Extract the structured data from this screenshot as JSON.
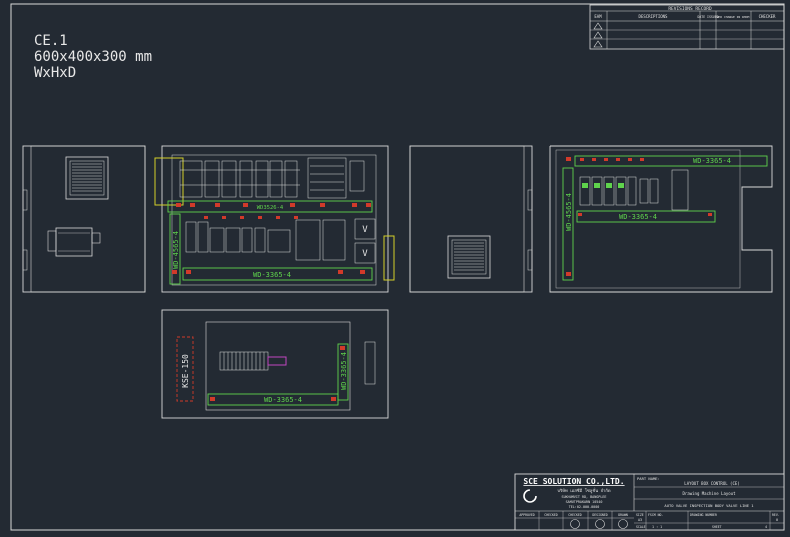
{
  "notes": {
    "line1": "CE.1",
    "line2": "600x400x300  mm",
    "line3": "WxHxD"
  },
  "revisions": {
    "title": "REVISIONS RECORD",
    "headers": [
      "EAM",
      "DESCRIPTIONS",
      "DATE ISSUED",
      "WHO CHANGE IN WHOM",
      "CHECKER"
    ]
  },
  "labels": {
    "main_duct_vertical": "WD-4565-4",
    "main_duct_top": "WD3526-4",
    "main_duct_bottom": "WD-3365-4",
    "side_duct_top": "WD-3365-4",
    "side_duct_vertical": "WD-4565-4",
    "side_duct_mid": "WD-3365-4",
    "lower_rail": "KSE-150",
    "lower_duct_vertical": "WD-3365-4",
    "lower_duct_bottom": "WD-3365-4"
  },
  "title_block": {
    "company": "SCE SOLUTION CO.,LTD.",
    "company_thai": "บริษัท เอสซีอี โซลูชั่น จำกัด",
    "address1": "SUKHUMVIT RD, BANGPLEE",
    "address2": "SAMUTPRAKARN 10540",
    "phone": "TEL:02-000-0000",
    "part_name_label": "PART NAME:",
    "part_name": "LAYOUT BOX CONTROL (CE)",
    "drawing_title": "Drawing Machine Layout",
    "drawing_subtitle": "AUTO VALVE INSPECTION BODY VALVE LINE 1",
    "approved": "APPROVED",
    "checked": "CHECKED",
    "checked2": "CHECKED",
    "designed": "DESIGNED",
    "drawn": "DRAWN",
    "size_label": "SIZE",
    "size_value": "A3",
    "fscm_label": "FSCM NO.",
    "scale_label": "SCALE",
    "scale_value": "1 : 1",
    "dwg_label": "DRAWING NUMBER",
    "sheet_label": "SHEET",
    "sheet_value": "4",
    "rev_label": "REV.",
    "rev_value": "0"
  }
}
